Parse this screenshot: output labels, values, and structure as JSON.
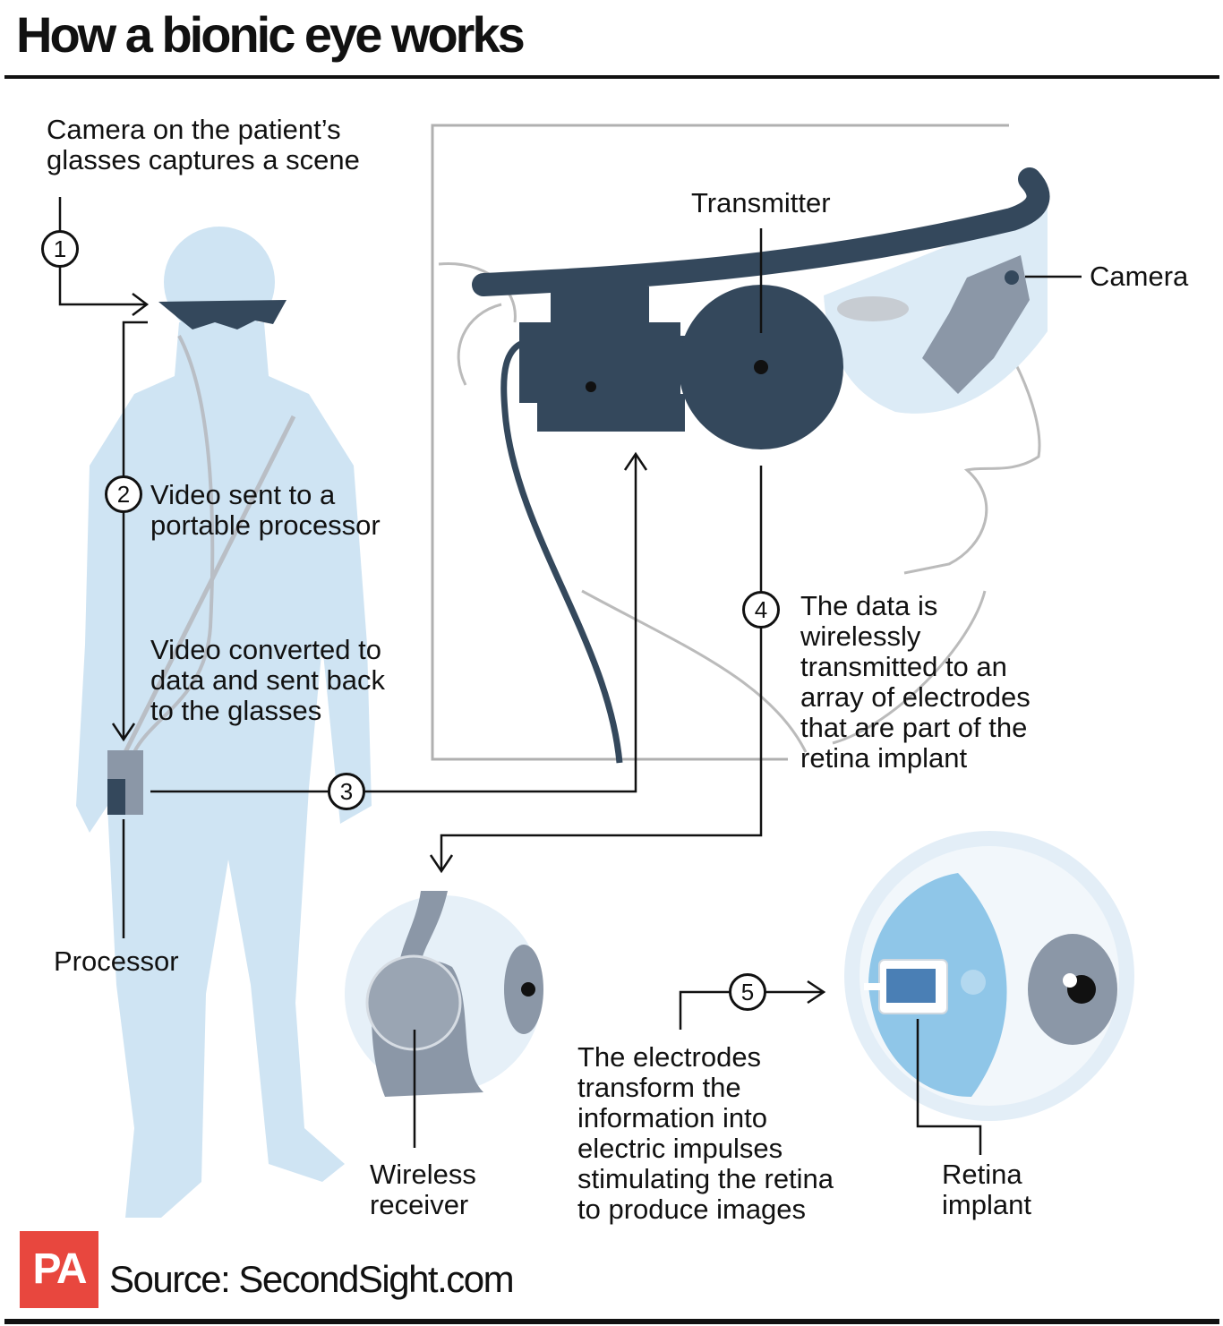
{
  "title": "How a bionic eye works",
  "steps": {
    "s1": {
      "number": "1",
      "text": "Camera on the patient’s\nglasses captures a scene"
    },
    "s2": {
      "number": "2",
      "text": "Video sent to a\nportable processor"
    },
    "s2b": {
      "text": "Video converted to\ndata and sent back\nto the glasses"
    },
    "s3": {
      "number": "3"
    },
    "s4": {
      "number": "4",
      "text": "The data is\nwirelessly\ntransmitted to an\narray of electrodes\nthat are part of the\nretina implant"
    },
    "s5": {
      "number": "5",
      "text": "The electrodes\ntransform the\ninformation into\nelectric impulses\nstimulating the retina\nto produce images"
    }
  },
  "labels": {
    "transmitter": "Transmitter",
    "camera": "Camera",
    "processor": "Processor",
    "wireless_receiver": "Wireless\nreceiver",
    "retina_implant": "Retina\nimplant"
  },
  "footer": {
    "logo": "PA",
    "source": "Source: SecondSight.com"
  },
  "colors": {
    "navy": "#34485c",
    "figure": "#cfe4f3",
    "gray": "#8b97a7",
    "retina": "#8fc6e8",
    "brand": "#e8473e"
  }
}
